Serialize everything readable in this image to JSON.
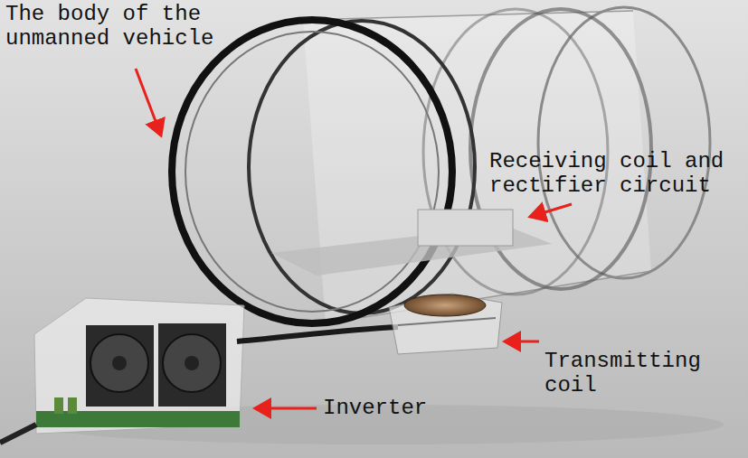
{
  "diagram": {
    "labels": [
      "The body of the unmanned vehicle",
      "Receiving coil and rectifier circuit",
      "Transmitting coil",
      "Inverter"
    ]
  }
}
